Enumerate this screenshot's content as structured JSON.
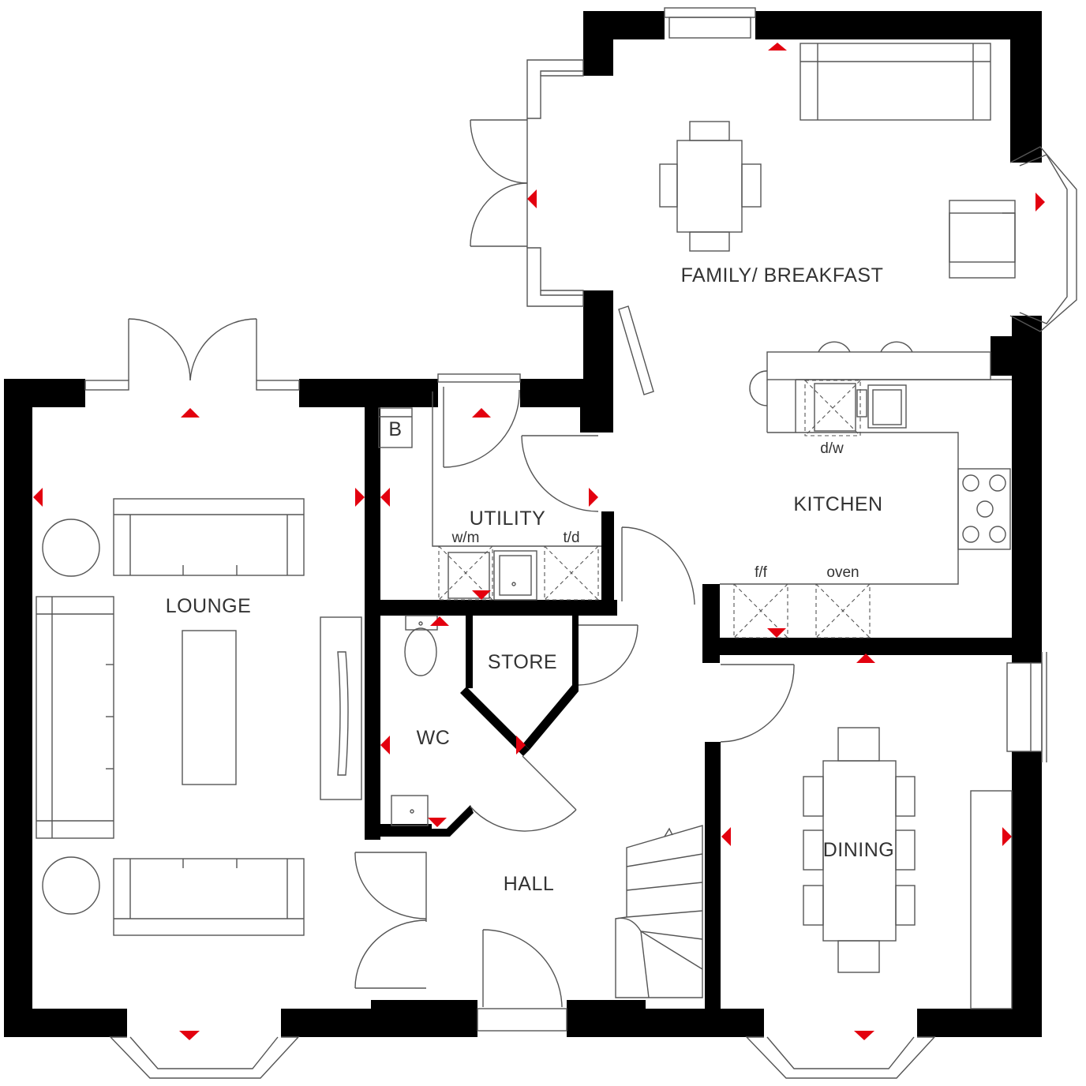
{
  "rooms": {
    "family_breakfast": "FAMILY/ BREAKFAST",
    "kitchen": "KITCHEN",
    "utility": "UTILITY",
    "lounge": "LOUNGE",
    "store": "STORE",
    "wc": "WC",
    "dining": "DINING",
    "hall": "HALL"
  },
  "appliances": {
    "boiler": "B",
    "washing_machine": "w/m",
    "tumble_dryer": "t/d",
    "dishwasher": "d/w",
    "fridge_freezer": "f/f",
    "oven": "oven"
  },
  "colors": {
    "walls": "#000000",
    "dimension_markers": "#e3000f",
    "fixtures": "#555555",
    "background": "#ffffff"
  }
}
